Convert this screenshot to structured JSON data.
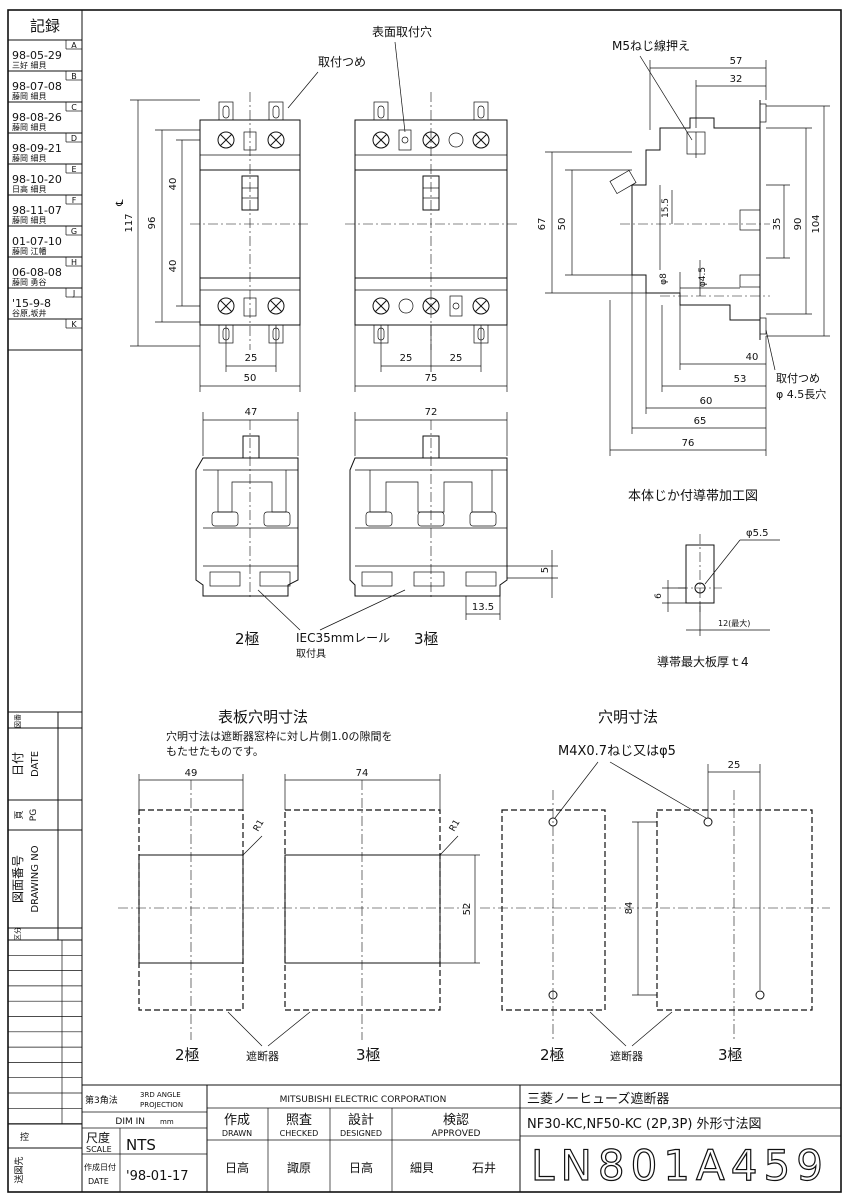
{
  "record": {
    "header": "記録",
    "rows": [
      {
        "letter": "A",
        "date": "98-05-29",
        "names": "三好 細貝"
      },
      {
        "letter": "B",
        "date": "98-07-08",
        "names": "藤岡 細貝"
      },
      {
        "letter": "C",
        "date": "98-08-26",
        "names": "藤岡 細貝"
      },
      {
        "letter": "D",
        "date": "98-09-21",
        "names": "藤岡 細貝"
      },
      {
        "letter": "E",
        "date": "98-10-20",
        "names": "日高 細貝"
      },
      {
        "letter": "F",
        "date": "98-11-07",
        "names": "藤岡 細貝"
      },
      {
        "letter": "G",
        "date": "01-07-10",
        "names": "藤岡 江幡"
      },
      {
        "letter": "H",
        "date": "06-08-08",
        "names": "藤岡 勇谷"
      },
      {
        "letter": "J",
        "date": "'15-9-8",
        "names": "谷原,坂井"
      },
      {
        "letter": "K",
        "date": "",
        "names": ""
      }
    ]
  },
  "side": {
    "kan_shu": "図番",
    "date_jp": "日付",
    "date_en": "DATE",
    "page_jp": "頁",
    "page_en": "PG",
    "drawing_jp": "図面番号",
    "drawing_en": "DRAWING NO",
    "kubun": "区分",
    "hikae": "控",
    "sendo": "送図先"
  },
  "top_views": {
    "mount_hole": "表面取付穴",
    "mount_claw": "取付つめ",
    "m5_screw": "M5ねじ線押え",
    "mount_claw_slot": "取付つめ",
    "slot": "φ 4.5長穴",
    "dims": {
      "h117": "117",
      "h96": "96",
      "h40a": "40",
      "h40b": "40",
      "w25_2p": "25",
      "w50": "50",
      "w25a_3p": "25",
      "w25b_3p": "25",
      "w75": "75",
      "s57": "57",
      "s32": "32",
      "s67": "67",
      "s50": "50",
      "s15_5": "15.5",
      "s35": "35",
      "s90": "90",
      "s104": "104",
      "s8": "φ8",
      "s4_5": "φ4.5",
      "s40": "40",
      "s53": "53",
      "s60": "60",
      "s65": "65",
      "s76": "76"
    }
  },
  "bottom_views": {
    "w47": "47",
    "w72": "72",
    "d5": "5",
    "d13_5": "13.5",
    "pole2": "2極",
    "pole3": "3極",
    "rail": "IEC35mmレール",
    "rail_sub": "取付具"
  },
  "conductor": {
    "title": "本体じか付導帯加工図",
    "phi": "φ5.5",
    "d6": "6",
    "d12": "12(最大)",
    "thickness": "導帯最大板厚ｔ4"
  },
  "panel_cutout": {
    "title": "表板穴明寸法",
    "note1": "穴明寸法は遮断器窓枠に対し片側1.0の隙間を",
    "note2": "もたせたものです。",
    "w49": "49",
    "w74": "74",
    "r1a": "R1",
    "r1b": "R1",
    "h52": "52",
    "pole2": "2極",
    "breaker": "遮断器",
    "pole3": "3極"
  },
  "hole_dims": {
    "title": "穴明寸法",
    "screw": "M4X0.7ねじ又はφ5",
    "w25": "25",
    "h84": "84",
    "pole2": "2極",
    "breaker": "遮断器",
    "pole3": "3極"
  },
  "title_block": {
    "projection_jp": "第3角法",
    "projection_en1": "3RD ANGLE",
    "projection_en2": "PROJECTION",
    "company": "MITSUBISHI ELECTRIC CORPORATION",
    "dim_in": "DIM IN",
    "mm": "mm",
    "scale_jp": "尺度",
    "scale_en": "SCALE",
    "scale_val": "NTS",
    "created_jp": "作成日付",
    "created_en": "DATE",
    "created_val": "'98-01-17",
    "drawn_jp": "作成",
    "drawn_en": "DRAWN",
    "checked_jp": "照査",
    "checked_en": "CHECKED",
    "designed_jp": "設計",
    "designed_en": "DESIGNED",
    "approved_jp": "検認",
    "approved_en": "APPROVED",
    "drawn_name": "日高",
    "checked_name": "諏原",
    "designed_name": "日高",
    "approved_name1": "細貝",
    "approved_name2": "石井",
    "title1": "三菱ノーヒューズ遮断器",
    "title2": "NF30-KC,NF50-KC (2P,3P) 外形寸法図",
    "drawing_no": "LN801A459"
  }
}
